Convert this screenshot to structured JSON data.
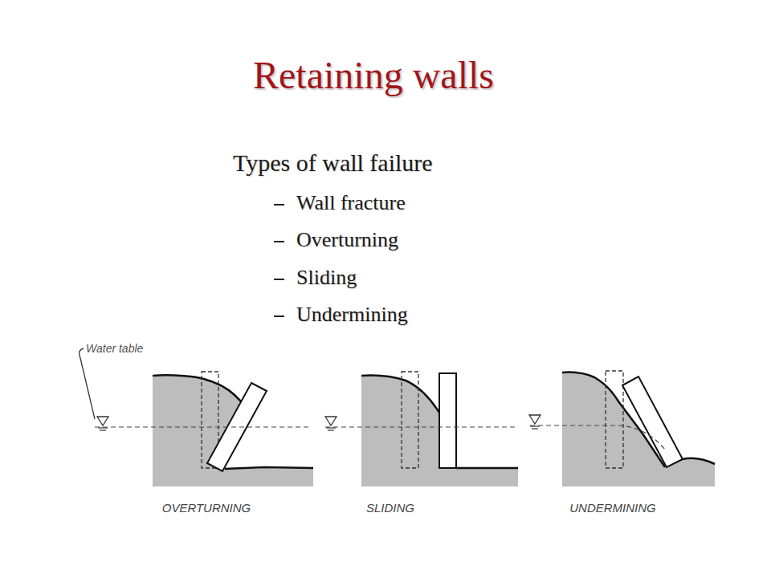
{
  "diagram": {
    "title": "Retaining walls",
    "labels": [
      "Types of wall failure",
      "Wall fracture",
      "Overturning",
      "Sliding",
      "Undermining",
      "Water table",
      "OVERTURNING",
      "SLIDING",
      "UNDERMINING"
    ]
  }
}
